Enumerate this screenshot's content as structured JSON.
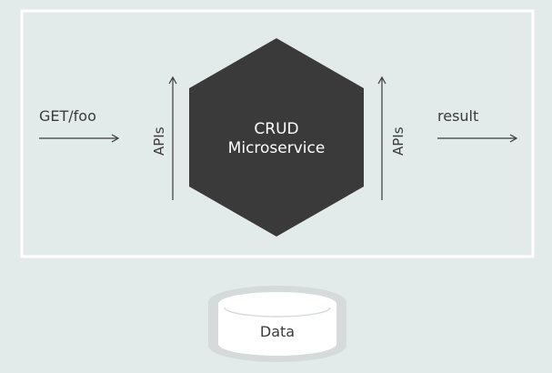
{
  "diagram": {
    "request_label": "GET/foo",
    "result_label": "result",
    "left_api_label": "APIs",
    "right_api_label": "APIs",
    "service_line1": "CRUD",
    "service_line2": "Microservice",
    "datastore_label": "Data"
  },
  "colors": {
    "background": "#e3ebea",
    "frame": "#ffffff",
    "hexagon": "#3a3a3a",
    "line": "#3a3a3a",
    "database_outline": "#d4dbda",
    "database_fill": "#ffffff"
  }
}
